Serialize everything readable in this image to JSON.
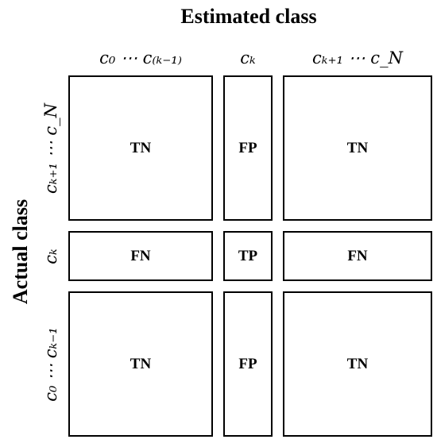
{
  "titles": {
    "estimated": "Estimated class",
    "actual": "Actual class"
  },
  "columns": [
    "c₀  ⋯  c₍ₖ₋₁₎",
    "cₖ",
    "cₖ₊₁  ⋯  c_N"
  ],
  "rows": [
    "cₖ₊₁  ⋯  c_N",
    "cₖ",
    "c₀  ⋯  cₖ₋₁"
  ],
  "cells": [
    [
      "TN",
      "FP",
      "TN"
    ],
    [
      "FN",
      "TP",
      "FN"
    ],
    [
      "TN",
      "FP",
      "TN"
    ]
  ]
}
